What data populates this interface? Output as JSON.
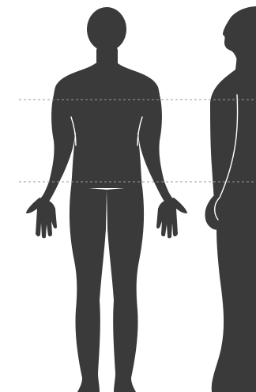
{
  "figure": {
    "body_color": "#3a3a3a",
    "contour_color": "#ffffff",
    "guide_color": "#9a9a9a",
    "background": "#ffffff",
    "views": [
      "front-view",
      "side-view"
    ],
    "guide_lines": 2
  }
}
